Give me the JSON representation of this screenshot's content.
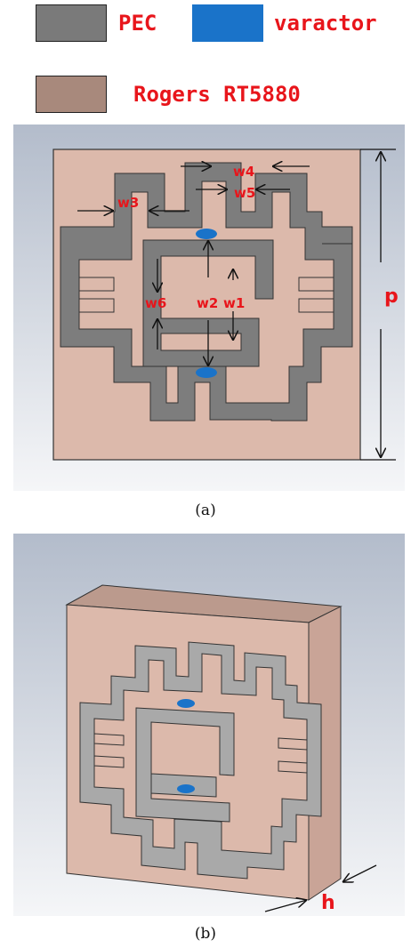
{
  "legend": [
    {
      "label": "PEC",
      "color": "#7a7a7a"
    },
    {
      "label": "varactor",
      "color": "#1a73c9"
    },
    {
      "label": "Rogers RT5880",
      "color": "#a8897c"
    }
  ],
  "colors": {
    "substrate_face": "#dcb9ab",
    "substrate_side": "#c9a497",
    "substrate_top": "#bb9a8d",
    "metal": "#7d7d7d",
    "metal_3d": "#a9a9a9",
    "varactor": "#1a73c9",
    "dimension_label": "#e8151b"
  },
  "panel_a": {
    "labels": {
      "w1": "w1",
      "w2": "w2",
      "w3": "w3",
      "w4": "w4",
      "w5": "w5",
      "w6": "w6",
      "p": "p"
    },
    "caption": "(a)"
  },
  "panel_b": {
    "labels": {
      "h": "h"
    },
    "caption": "(b)"
  }
}
